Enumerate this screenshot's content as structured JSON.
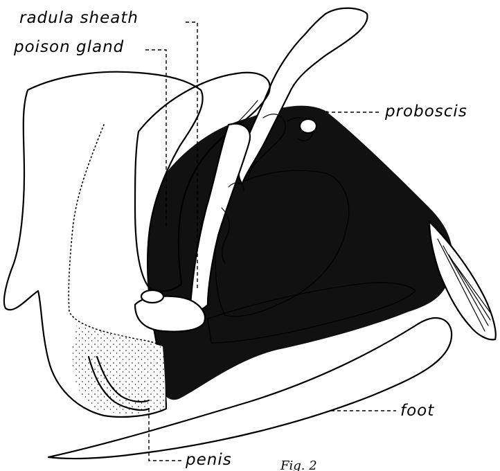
{
  "labels": {
    "radula_sheath": "radula sheath",
    "poison_gland": "poison gland",
    "proboscis": "proboscis",
    "foot": "foot",
    "penis": "penis",
    "figure_caption": "Fig. 2"
  }
}
